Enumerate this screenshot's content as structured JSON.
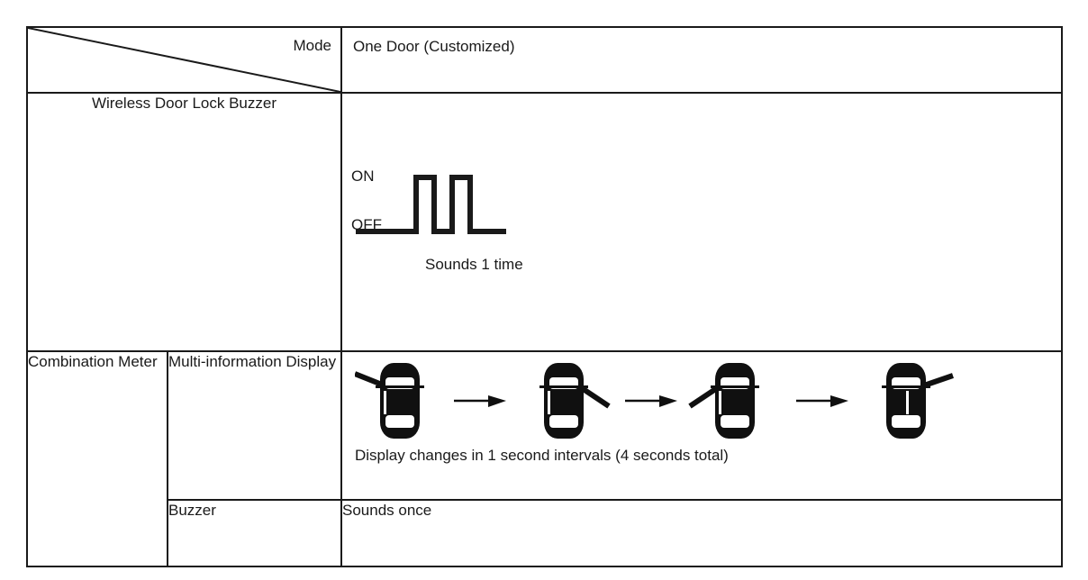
{
  "table": {
    "header": {
      "corner_label": "Mode",
      "mode_value": "One Door (Customized)"
    },
    "rows": [
      {
        "group_label": "Wireless Door Lock Buzzer",
        "signal_chart": {
          "on_label": "ON",
          "off_label": "OFF",
          "caption": "Sounds 1 time",
          "pulse_count": 2,
          "description": "Square wave: buzzer toggles ON twice"
        }
      },
      {
        "group_label": "Combination Meter",
        "sub_rows": [
          {
            "label": "Multi-information Display",
            "caption": "Display changes in 1 second intervals (4 seconds total)",
            "frames": [
              {
                "step": 1,
                "icon": "car-top-view-icon",
                "indicator": "left"
              },
              {
                "step": 2,
                "icon": "car-top-view-icon",
                "indicator": "right-down"
              },
              {
                "step": 3,
                "icon": "car-top-view-icon",
                "indicator": "left-down"
              },
              {
                "step": 4,
                "icon": "car-top-view-icon",
                "indicator": "right-up"
              }
            ],
            "arrow_icon": "right-arrow-icon",
            "arrow_count": 3
          },
          {
            "label": "Buzzer",
            "value": "Sounds once"
          }
        ]
      }
    ]
  },
  "colors": {
    "border": "#1a1a1a",
    "text": "#1a1a1a",
    "background": "#ffffff"
  }
}
